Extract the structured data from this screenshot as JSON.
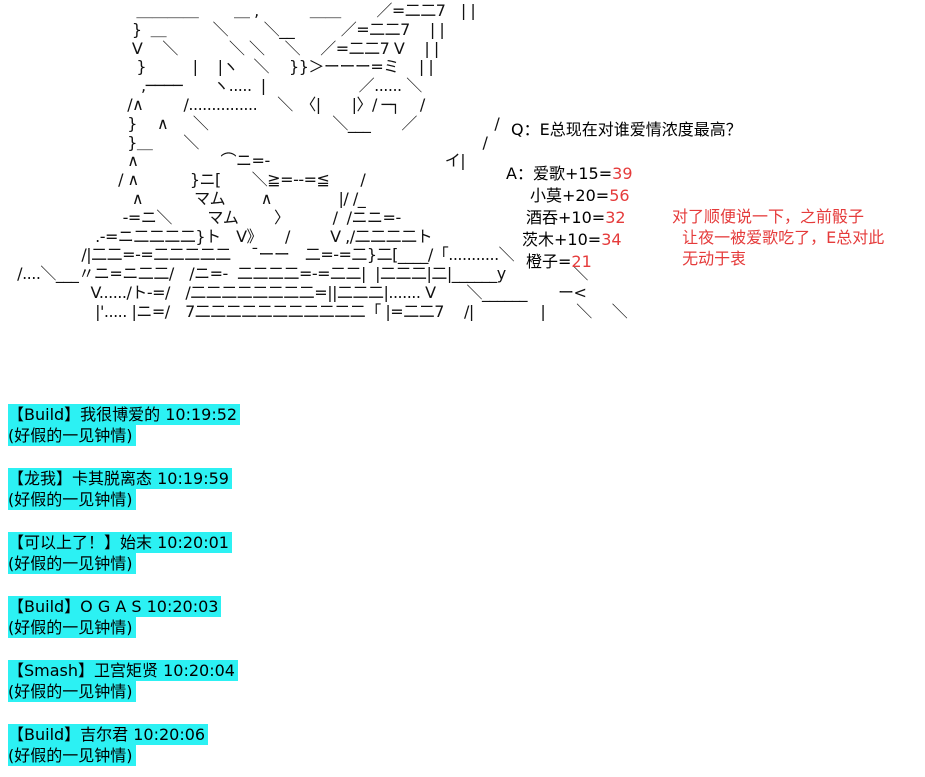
{
  "ascii_art": [
    "                            ＿＿＿＿　　 ＿ ,　　　 ＿＿　　 ／=二二7　| |",
    "                           }  ＿　　　＼　　 ＼__　　　／=二二7　 | |",
    "                           V　 ＼　　　 ＼ ＼　 ＼　 ／=二二7 V　 | |",
    "                            }　　　|　 |ヽ　＼　 }}＞ーーー=ミ　 | |",
    "                             ,────　　ヽ.....  |　　　　　　／...... ＼",
    "                          /∧　　  /...............　 ＼　〈|　　|〉/ ─┐　 /",
    "                          }　 ∧　  ＼　　　　　　　　＼___　　／　　　　　/",
    "                          }＿　　＼　　　　　　　　　　　　　　　　　　 /",
    "                          ∧　　　　　 ⌒ニ=-　　　　　　　　　　　 イ|",
    "                        / ∧　　 　}ニ[　　＼≧=‐‐=≦　　/",
    "                           ∧　　　 マム　　 ∧　　　　 |/ /_",
    "                         -=ニ＼　　 マム　　 〉　　　 /  /ニニ=-",
    "                   .-=ニ二二二二}ト　V》　　/　　  V ,/二二二二ト",
    "                /|二二=-=二二二二二　 ¯ーー　二=-=二}二[____/「...........＼",
    "  /....＼___〃ニ=ニ二二/　/ニ=-  二二二二=-=二二|  |二二二|二|______y　　　　 ＼",
    "                  V....../ト-=/　/二二二二二二二二=||二二二|....... V　　＼______　　ー<",
    "                   |'..... |ニ=/　7二二二二二二二二二二二「 |=二二7　 /|　　　　 |　　＼　 ＼"
  ],
  "qa": {
    "question": "Q：E总现在对谁爱情浓度最高？",
    "answer_prefix": "A：",
    "entries": [
      {
        "name": "爱歌+15=",
        "value": "39"
      },
      {
        "name": "小莫+20=",
        "value": "56"
      },
      {
        "name": "酒吞+10=",
        "value": "32"
      },
      {
        "name": "茨木+10=",
        "value": "34"
      },
      {
        "name": "橙子=",
        "value": "21"
      }
    ]
  },
  "note": {
    "lines": [
      "对了顺便说一下，之前骰子",
      "  让夜一被爱歌吃了，E总对此",
      "  无动于衷"
    ]
  },
  "chat": [
    {
      "header": "【Build】我很博爱的 10:19:52",
      "body": "(好假的一见钟情)"
    },
    {
      "header": "【龙我】卡其脱离态 10:19:59",
      "body": "(好假的一见钟情)"
    },
    {
      "header": "【可以上了！】始末 10:20:01",
      "body": "(好假的一见钟情)"
    },
    {
      "header": "【Build】O G A S 10:20:03",
      "body": "(好假的一见钟情)"
    },
    {
      "header": "【Smash】卫宫矩贤 10:20:04",
      "body": "(好假的一见钟情)"
    },
    {
      "header": "【Build】吉尔君 10:20:06",
      "body": "(好假的一见钟情)"
    }
  ],
  "colors": {
    "highlight": "#2cf1f3",
    "value_red": "#e53b3b"
  }
}
